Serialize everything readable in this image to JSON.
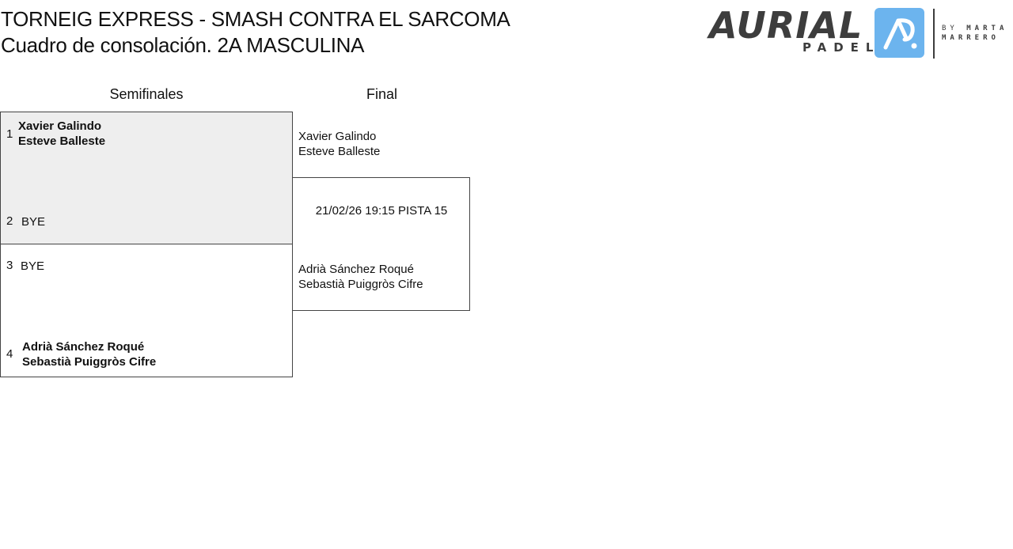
{
  "header": {
    "title": "TORNEIG EXPRESS - SMASH CONTRA EL SARCOMA",
    "subtitle": "Cuadro de consolación. 2A MASCULINA"
  },
  "logo": {
    "brand": "AURIAL",
    "sub": "PADEL",
    "by": "BY",
    "author_line1": "MARTA",
    "author_line2": "MARRERO",
    "icon": "ap-logo-icon",
    "accent": "#6cb4ee"
  },
  "rounds": [
    {
      "label": "Semifinales"
    },
    {
      "label": "Final"
    }
  ],
  "semifinals": [
    {
      "slots": [
        {
          "seed": "1",
          "players": [
            "Xavier Galindo",
            "Esteve Balleste"
          ],
          "winner": true
        },
        {
          "seed": "2",
          "players": [
            "BYE"
          ],
          "winner": false
        }
      ]
    },
    {
      "slots": [
        {
          "seed": "3",
          "players": [
            "BYE"
          ],
          "winner": false
        },
        {
          "seed": "4",
          "players": [
            "Adrià Sánchez Roqué",
            "Sebastià Puiggròs Cifre"
          ],
          "winner": true
        }
      ]
    }
  ],
  "final": {
    "team1": [
      "Xavier Galindo",
      "Esteve Balleste"
    ],
    "info": "21/02/26 19:15 PISTA 15",
    "team2": [
      "Adrià Sánchez Roqué",
      "Sebastià Puiggròs Cifre"
    ]
  }
}
